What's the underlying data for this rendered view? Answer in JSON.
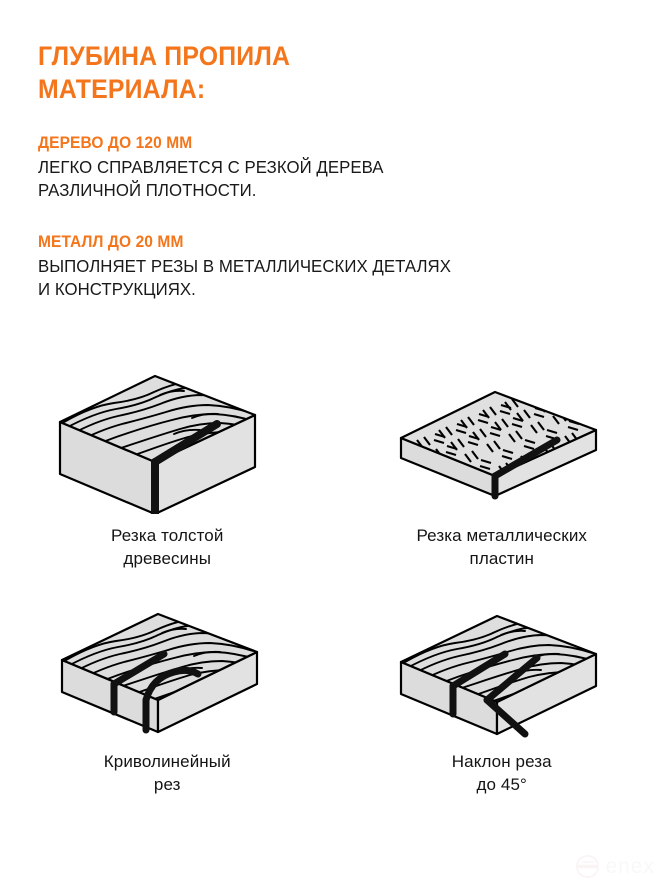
{
  "heading": {
    "title": "ГЛУБИНА ПРОПИЛА\nМАТЕРИАЛА:",
    "color": "#F4761C"
  },
  "sections": [
    {
      "head": "ДЕРЕВО ДО 120 ММ",
      "body": "ЛЕГКО СПРАВЛЯЕТСЯ С РЕЗКОЙ ДЕРЕВА\nРАЗЛИЧНОЙ ПЛОТНОСТИ."
    },
    {
      "head": "МЕТАЛЛ ДО 20 ММ",
      "body": "ВЫПОЛНЯЕТ РЕЗЫ В МЕТАЛЛИЧЕСКИХ ДЕТАЛЯХ\nИ КОНСТРУКЦИЯХ."
    }
  ],
  "figures": [
    {
      "id": "thick-wood",
      "caption": "Резка толстой\nдревесины",
      "material": "wood",
      "cut": "straight-deep"
    },
    {
      "id": "metal-plate",
      "caption": "Резка металлических\nпластин",
      "material": "metal-checker-plate",
      "cut": "straight-thin"
    },
    {
      "id": "curved-cut",
      "caption": "Криволинейный\nрез",
      "material": "wood",
      "cut": "curved"
    },
    {
      "id": "bevel-cut",
      "caption": "Наклон реза\nдо 45°",
      "material": "wood",
      "cut": "bevel-45"
    }
  ],
  "watermark": {
    "text": "enex"
  },
  "palette": {
    "accent_orange": "#F4761C",
    "text_black": "#191919",
    "block_fill": "#DCDCDC",
    "block_fill_light": "#E4E4E4",
    "outline": "#000000",
    "background": "#FFFFFF"
  }
}
